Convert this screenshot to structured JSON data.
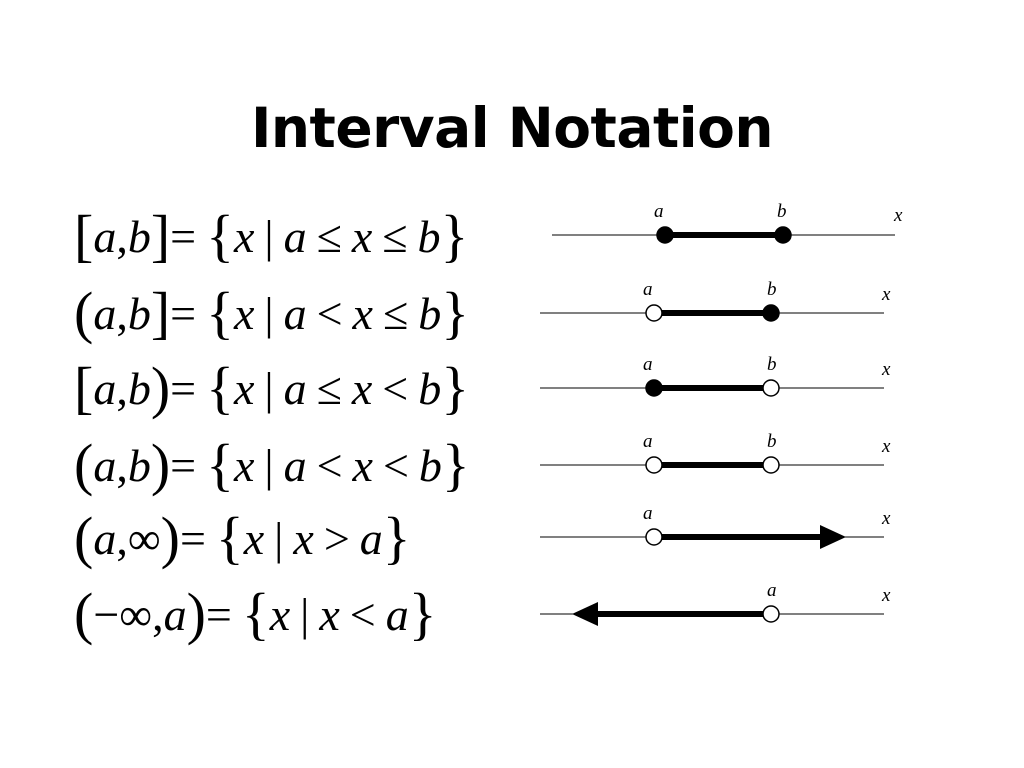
{
  "title": "Interval Notation",
  "rows": [
    {
      "id": "closed-closed",
      "notation": {
        "open": "[",
        "left": "a",
        "sep": ",",
        "right": "b",
        "close": "]"
      },
      "set": {
        "lbrace": "{",
        "var": "x",
        "bar": "|",
        "lhs": "a",
        "op1": "≤",
        "mid": "x",
        "op2": "≤",
        "rhs": "b",
        "rbrace": "}"
      },
      "line": {
        "left_label": "a",
        "right_label": "b",
        "axis_label": "x",
        "left_point": "closed",
        "right_point": "closed",
        "kind": "segment"
      }
    },
    {
      "id": "open-closed",
      "notation": {
        "open": "(",
        "left": "a",
        "sep": ",",
        "right": "b",
        "close": "]"
      },
      "set": {
        "lbrace": "{",
        "var": "x",
        "bar": "|",
        "lhs": "a",
        "op1": "<",
        "mid": "x",
        "op2": "≤",
        "rhs": "b",
        "rbrace": "}"
      },
      "line": {
        "left_label": "a",
        "right_label": "b",
        "axis_label": "x",
        "left_point": "open",
        "right_point": "closed",
        "kind": "segment"
      }
    },
    {
      "id": "closed-open",
      "notation": {
        "open": "[",
        "left": "a",
        "sep": ",",
        "right": "b",
        "close": ")"
      },
      "set": {
        "lbrace": "{",
        "var": "x",
        "bar": "|",
        "lhs": "a",
        "op1": "≤",
        "mid": "x",
        "op2": "<",
        "rhs": "b",
        "rbrace": "}"
      },
      "line": {
        "left_label": "a",
        "right_label": "b",
        "axis_label": "x",
        "left_point": "closed",
        "right_point": "open",
        "kind": "segment"
      }
    },
    {
      "id": "open-open",
      "notation": {
        "open": "(",
        "left": "a",
        "sep": ",",
        "right": "b",
        "close": ")"
      },
      "set": {
        "lbrace": "{",
        "var": "x",
        "bar": "|",
        "lhs": "a",
        "op1": "<",
        "mid": "x",
        "op2": "<",
        "rhs": "b",
        "rbrace": "}"
      },
      "line": {
        "left_label": "a",
        "right_label": "b",
        "axis_label": "x",
        "left_point": "open",
        "right_point": "open",
        "kind": "segment"
      }
    },
    {
      "id": "open-infinity",
      "notation": {
        "open": "(",
        "left": "a",
        "sep": ",",
        "right": "∞",
        "close": ")"
      },
      "set": {
        "lbrace": "{",
        "var": "x",
        "bar": "|",
        "lhs": "x",
        "op1": ">",
        "rhs": "a",
        "rbrace": "}"
      },
      "line": {
        "left_label": "a",
        "axis_label": "x",
        "left_point": "open",
        "kind": "ray-right"
      }
    },
    {
      "id": "neg-infinity-open",
      "notation": {
        "open": "(",
        "left": "−∞",
        "sep": ",",
        "right": "a",
        "close": ")"
      },
      "set": {
        "lbrace": "{",
        "var": "x",
        "bar": "|",
        "lhs": "x",
        "op1": "<",
        "rhs": "a",
        "rbrace": "}"
      },
      "line": {
        "right_label": "a",
        "axis_label": "x",
        "right_point": "open",
        "kind": "ray-left"
      }
    }
  ]
}
